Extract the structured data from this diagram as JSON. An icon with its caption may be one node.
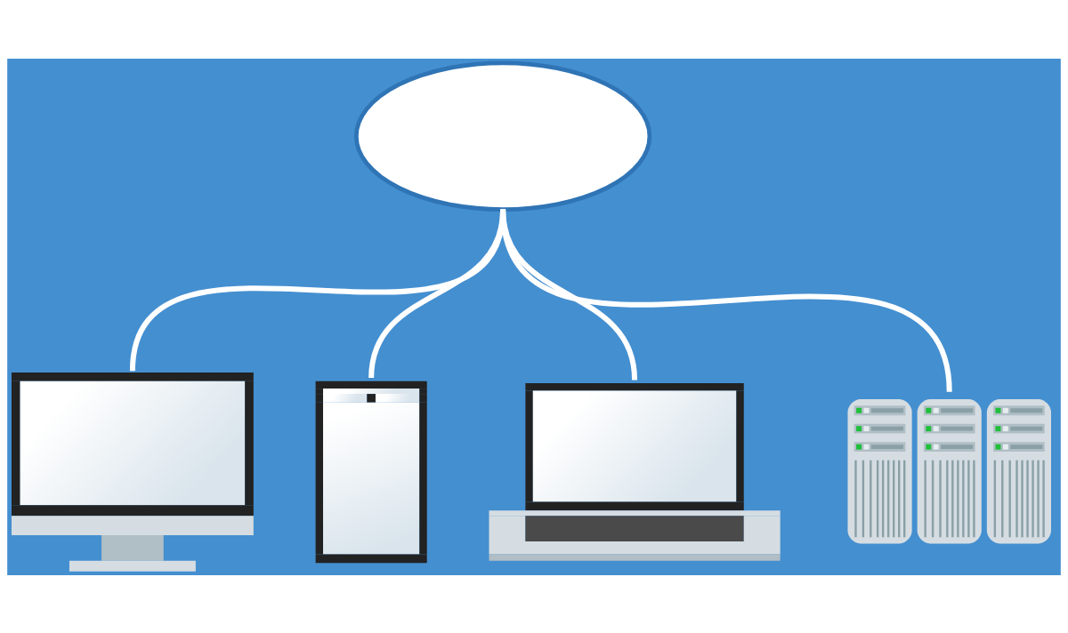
{
  "diagram": {
    "nodes": [
      {
        "text": [],
        "shape": "cloud"
      },
      {
        "text": [],
        "shape": "picture"
      },
      {
        "text": [],
        "shape": "picture"
      },
      {
        "text": [],
        "shape": "picture"
      },
      {
        "text": [],
        "shape": "picture"
      }
    ],
    "edges": [
      {
        "from": 0,
        "to": 1,
        "arrow": "none"
      },
      {
        "from": 0,
        "to": 2,
        "arrow": "none"
      },
      {
        "from": 0,
        "to": 3,
        "arrow": "none"
      },
      {
        "from": 0,
        "to": 4,
        "arrow": "none"
      }
    ]
  }
}
